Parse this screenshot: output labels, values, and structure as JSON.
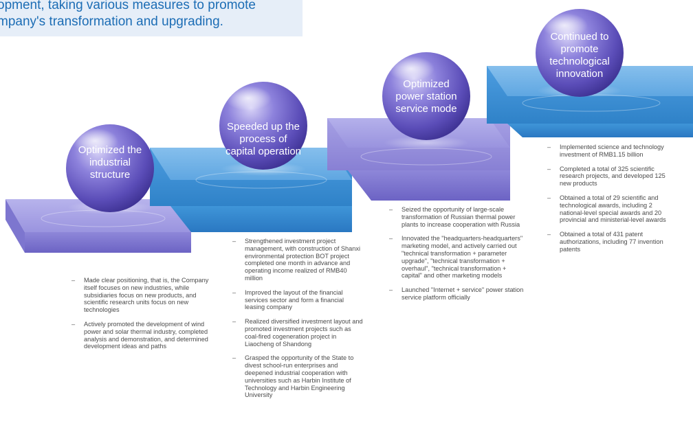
{
  "banner": {
    "lines": [
      "opment, taking various measures to promote",
      "mpany's transformation and upgrading."
    ]
  },
  "colors": {
    "blue_step": "#3b8fd6",
    "purple_step": "#8a84d8",
    "sphere": "#6a5cc4",
    "banner_text": "#1c6db5"
  },
  "steps": [
    {
      "title_lines": [
        "Optimized the",
        "industrial",
        "structure"
      ],
      "bullets": [
        "Made clear positioning, that is, the Company itself focuses on new industries, while subsidiaries  focus on new products, and scientific research units focus on new technologies",
        "Actively promoted the development of wind power and solar thermal industry, completed analysis and demonstration, and determined development ideas and paths"
      ]
    },
    {
      "title_lines": [
        "Speeded up the",
        "process of",
        "capital operation"
      ],
      "bullets": [
        "Strengthened investment project management, with construction of Shanxi environmental protection BOT project completed one month in advance and operating income realized of RMB40 million",
        "Improved the layout of the financial services sector and form a financial leasing company",
        "Realized diversified investment layout and promoted investment projects such as coal-fired cogeneration project in Liaocheng of Shandong",
        "Grasped the opportunity of the State to divest school-run enterprises and deepened industrial cooperation with universities such as Harbin Institute of Technology and Harbin Engineering University"
      ]
    },
    {
      "title_lines": [
        "Optimized",
        "power station",
        "service mode"
      ],
      "bullets": [
        "Seized the opportunity of large-scale transformation of Russian thermal power plants to increase cooperation with Russia",
        "Innovated the \"headquarters-headquarters\" marketing model, and actively carried out \"technical transformation + parameter upgrade\", \"technical transformation + overhaul\", \"technical transformation + capital\" and other marketing models",
        "Launched \"Internet + service\" power station service platform officially"
      ]
    },
    {
      "title_lines": [
        "Continued to",
        "promote",
        "technological",
        "innovation"
      ],
      "bullets": [
        "Implemented science and technology investment of RMB1.15 billion",
        "Completed a total of 325 scientific research projects, and developed 125 new products",
        "Obtained a total of 29 scientific and technological awards, including 2 national-level special awards and 20 provincial and ministerial-level awards",
        "Obtained a total of 431 patent authorizations, including 77 invention patents"
      ]
    }
  ]
}
